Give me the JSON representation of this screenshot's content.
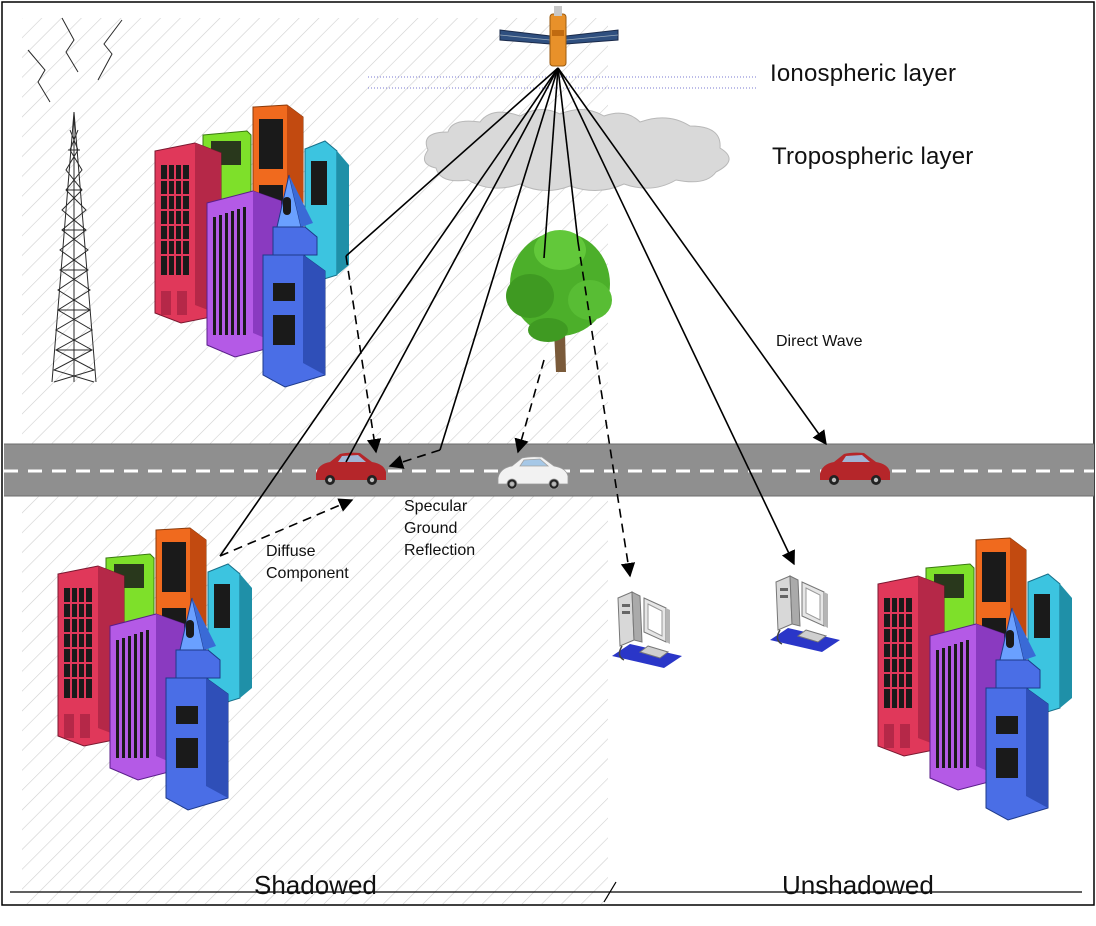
{
  "labels": {
    "ionospheric": "Ionospheric layer",
    "tropospheric": "Tropospheric layer",
    "direct_wave": "Direct Wave",
    "diffuse_line1": "Diffuse",
    "diffuse_line2": "Component",
    "specular_line1": "Specular",
    "specular_line2": "Ground",
    "specular_line3": "Reflection",
    "shadowed": "Shadowed",
    "unshadowed": "Unshadowed"
  },
  "colors": {
    "road": "#8f8f8f",
    "road_marking": "#ffffff",
    "hatch": "#d0d0d0",
    "cloud": "#d9d9d9",
    "satellite_body": "#e8912a",
    "satellite_panel": "#2f4f7f",
    "car_red": "#b5262a",
    "car_white": "#f2f2f2",
    "tree_green": "#4caf2a",
    "tower": "#333333",
    "building_pink": "#e0385a",
    "building_green": "#7ee02a",
    "building_orange": "#f06a1e",
    "building_purple": "#b45ae6",
    "building_cyan": "#3cc4e0",
    "building_blue": "#4a6ee6"
  },
  "icons": [
    "satellite-icon",
    "cloud-icon",
    "radio-tower-icon",
    "tree-icon",
    "car-icon",
    "computer-icon",
    "building-cluster-icon"
  ]
}
